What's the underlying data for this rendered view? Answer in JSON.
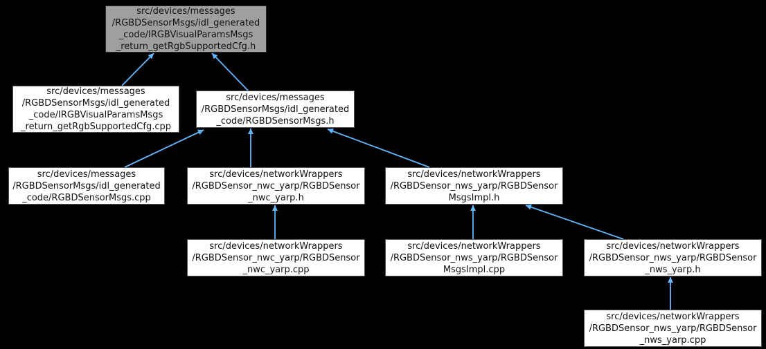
{
  "diagram": {
    "type": "include-dependency-graph",
    "colors": {
      "background": "#000000",
      "edge": "#63b8ff",
      "node_fill": "#ffffff",
      "node_border": "#555555",
      "highlighted_node_fill": "#9f9f9f",
      "text": "#111111"
    },
    "nodes": [
      {
        "id": "n0",
        "highlighted": true,
        "label": "src/devices/messages\n/RGBDSensorMsgs/idl_generated\n_code/IRGBVisualParamsMsgs\n_return_getRgbSupportedCfg.h"
      },
      {
        "id": "n1",
        "highlighted": false,
        "label": "src/devices/messages\n/RGBDSensorMsgs/idl_generated\n_code/IRGBVisualParamsMsgs\n_return_getRgbSupportedCfg.cpp"
      },
      {
        "id": "n2",
        "highlighted": false,
        "label": "src/devices/messages\n/RGBDSensorMsgs/idl_generated\n_code/RGBDSensorMsgs.h"
      },
      {
        "id": "n3",
        "highlighted": false,
        "label": "src/devices/messages\n/RGBDSensorMsgs/idl_generated\n_code/RGBDSensorMsgs.cpp"
      },
      {
        "id": "n4",
        "highlighted": false,
        "label": "src/devices/networkWrappers\n/RGBDSensor_nwc_yarp/RGBDSensor\n_nwc_yarp.h"
      },
      {
        "id": "n5",
        "highlighted": false,
        "label": "src/devices/networkWrappers\n/RGBDSensor_nws_yarp/RGBDSensor\nMsgsImpl.h"
      },
      {
        "id": "n6",
        "highlighted": false,
        "label": "src/devices/networkWrappers\n/RGBDSensor_nwc_yarp/RGBDSensor\n_nwc_yarp.cpp"
      },
      {
        "id": "n7",
        "highlighted": false,
        "label": "src/devices/networkWrappers\n/RGBDSensor_nws_yarp/RGBDSensor\nMsgsImpl.cpp"
      },
      {
        "id": "n8",
        "highlighted": false,
        "label": "src/devices/networkWrappers\n/RGBDSensor_nws_yarp/RGBDSensor\n_nws_yarp.h"
      },
      {
        "id": "n9",
        "highlighted": false,
        "label": "src/devices/networkWrappers\n/RGBDSensor_nws_yarp/RGBDSensor\n_nws_yarp.cpp"
      }
    ],
    "edges": [
      {
        "from": "n1",
        "to": "n0"
      },
      {
        "from": "n2",
        "to": "n0"
      },
      {
        "from": "n3",
        "to": "n2"
      },
      {
        "from": "n4",
        "to": "n2"
      },
      {
        "from": "n5",
        "to": "n2"
      },
      {
        "from": "n6",
        "to": "n4"
      },
      {
        "from": "n7",
        "to": "n5"
      },
      {
        "from": "n8",
        "to": "n5"
      },
      {
        "from": "n9",
        "to": "n8"
      }
    ]
  }
}
